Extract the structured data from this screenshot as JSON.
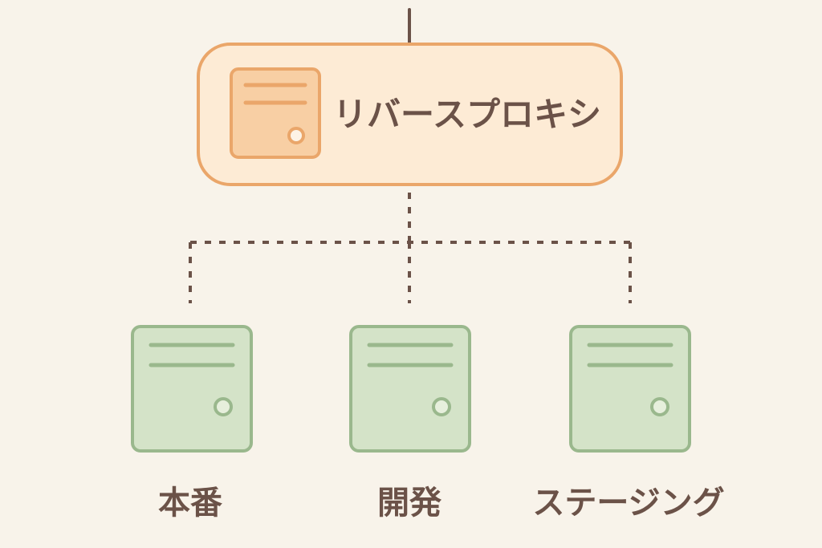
{
  "proxy": {
    "label": "リバースプロキシ"
  },
  "backends": [
    {
      "label": "本番"
    },
    {
      "label": "開発"
    },
    {
      "label": "ステージング"
    }
  ],
  "colors": {
    "background": "#f8f3ea",
    "proxy_fill": "#fdebd5",
    "proxy_stroke": "#eaa66a",
    "proxy_icon_fill": "#f8cfa4",
    "server_fill": "#d4e3c8",
    "server_stroke": "#9ab88d",
    "connector": "#6b5248",
    "text": "#6b5248"
  }
}
